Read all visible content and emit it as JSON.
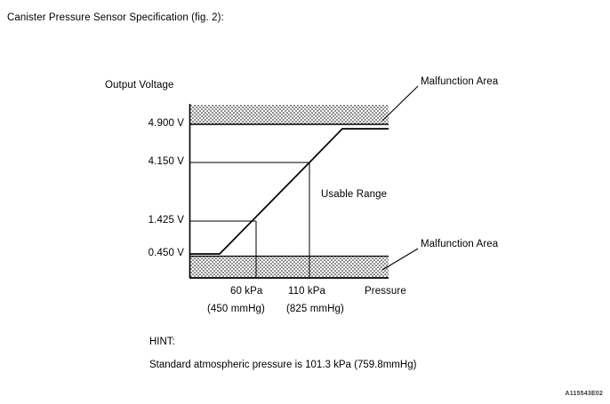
{
  "page": {
    "title": "Canister Pressure Sensor Specification (fig. 2):",
    "doc_code": "A115543E02"
  },
  "chart_data": {
    "type": "line",
    "title": "Canister Pressure Sensor Specification",
    "xlabel": "Pressure",
    "ylabel": "Output Voltage",
    "ylim": [
      0,
      5.35
    ],
    "xlim": [
      0,
      165
    ],
    "grid": false,
    "legend": "none",
    "y_ticks": [
      "0.450 V",
      "1.425 V",
      "4.150 V",
      "4.900 V"
    ],
    "y_tick_values": [
      0.45,
      1.425,
      4.15,
      4.9
    ],
    "x_ticks": [
      "60 kPa",
      "110 kPa"
    ],
    "x_tick_values": [
      60,
      110
    ],
    "x_tick_sublabels": [
      "(450 mmHg)",
      "(825 mmHg)"
    ],
    "series": [
      {
        "name": "Output Voltage",
        "x": [
          0,
          22,
          110,
          134,
          165
        ],
        "values": [
          0.45,
          0.45,
          4.15,
          4.62,
          4.62
        ]
      }
    ],
    "annotations": [
      {
        "label": "Malfunction Area",
        "position": "upper-right"
      },
      {
        "label": "Usable Range",
        "position": "center"
      },
      {
        "label": "Malfunction Area",
        "position": "lower-right"
      }
    ],
    "bands": [
      {
        "label": "Malfunction Area",
        "from": 4.9,
        "to": 5.35,
        "color": "#a0a0a0"
      },
      {
        "label": "Malfunction Area",
        "from": 0.0,
        "to": 0.41,
        "color": "#a0a0a0"
      }
    ],
    "reference_points": [
      {
        "x": 60,
        "y": 1.425,
        "label": "60 kPa / 1.425 V"
      },
      {
        "x": 110,
        "y": 4.15,
        "label": "110 kPa / 4.150 V"
      }
    ]
  },
  "labels": {
    "y_axis_title": "Output Voltage",
    "x_axis_title": "Pressure",
    "v_4900": "4.900 V",
    "v_4150": "4.150 V",
    "v_1425": "1.425 V",
    "v_0450": "0.450 V",
    "kpa_60": "60 kPa",
    "kpa_110": "110 kPa",
    "mmhg_450": "(450 mmHg)",
    "mmhg_825": "(825 mmHg)",
    "usable_range": "Usable Range",
    "malfunction_upper": "Malfunction Area",
    "malfunction_lower": "Malfunction Area"
  },
  "hint": {
    "label": "HINT:",
    "text": "Standard atmospheric pressure is 101.3 kPa (759.8mmHg)"
  },
  "colors": {
    "band_gray": "#a0a0a0",
    "line": "#000000",
    "background": "#ffffff"
  }
}
